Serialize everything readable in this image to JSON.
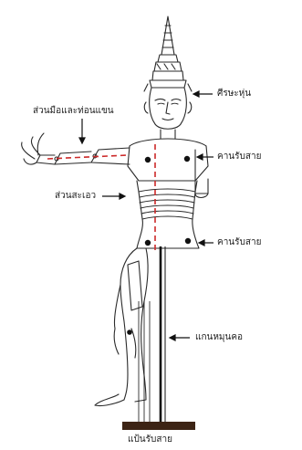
{
  "labels": {
    "head": "ศีรษะหุ่น",
    "hand_arm": "ส่วนมือและท่อนแขน",
    "shoulder_beam": "คานรับสาย",
    "waist": "ส่วนสะเอว",
    "hip_beam": "คานรับสาย",
    "neck_rod": "แกนหมุนคอ",
    "base": "แป้นรับสาย"
  },
  "colors": {
    "line": "#2a2a2a",
    "dash": "#cc2a2a",
    "base": "#3d2415"
  }
}
